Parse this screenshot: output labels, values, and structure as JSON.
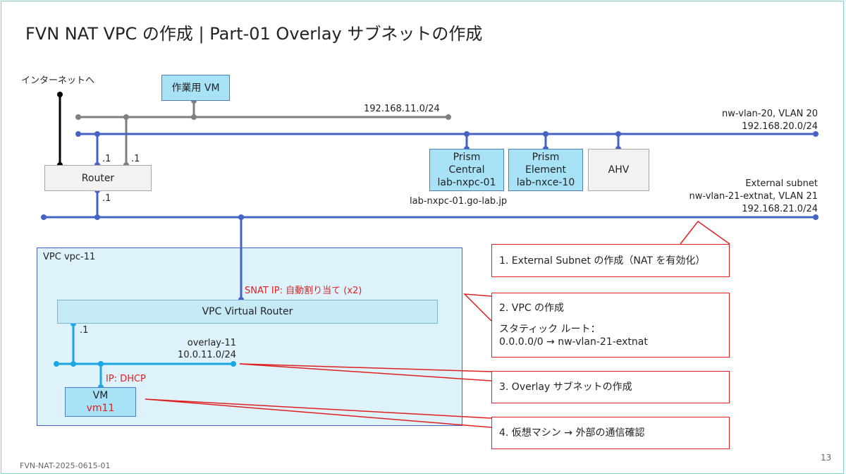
{
  "title": "FVN NAT VPC の作成 | Part-01 Overlay サブネットの作成",
  "labels": {
    "internet": "インターネットへ",
    "net_192_11": "192.168.11.0/24",
    "vlan20_name": "nw-vlan-20, VLAN 20",
    "vlan20_cidr": "192.168.20.0/24",
    "dot1_a": ".1",
    "dot1_b": ".1",
    "dot1_c": ".1",
    "dot1_d": ".1",
    "ext_title": "External subnet",
    "ext_name": "nw-vlan-21-extnat, VLAN 21",
    "ext_cidr": "192.168.21.0/24",
    "pc_fqdn": "lab-nxpc-01.go-lab.jp",
    "vpc_name": "VPC vpc-11",
    "snat": "SNAT IP: 自動割り当て (x2)",
    "overlay_name": "overlay-11",
    "overlay_cidr": "10.0.11.0/24",
    "ip_dhcp": "IP: DHCP"
  },
  "boxes": {
    "work_vm": "作業用 VM",
    "router": "Router",
    "prism_central": [
      "Prism",
      "Central",
      "lab-nxpc-01"
    ],
    "prism_element": [
      "Prism",
      "Element",
      "lab-nxce-10"
    ],
    "ahv": "AHV",
    "vpc_router": "VPC Virtual Router",
    "vm": "VM",
    "vm_name": "vm11"
  },
  "callouts": {
    "c1": "1. External Subnet の作成（NAT を有効化）",
    "c2_title": "2. VPC の作成",
    "c2_line1": "スタティック ルート：",
    "c2_line2": "0.0.0.0/0 → nw-vlan-21-extnat",
    "c3": "3. Overlay サブネットの作成",
    "c4": "4. 仮想マシン → 外部の通信確認"
  },
  "footer": {
    "doc_id": "FVN-NAT-2025-0615-01",
    "page": "13"
  },
  "colors": {
    "vlan_blue": "#4463c4",
    "mgmt_gray": "#7f7f7f",
    "overlay_cyan": "#1aa6e0",
    "callout_red": "#e02020",
    "internet_black": "#000000"
  }
}
